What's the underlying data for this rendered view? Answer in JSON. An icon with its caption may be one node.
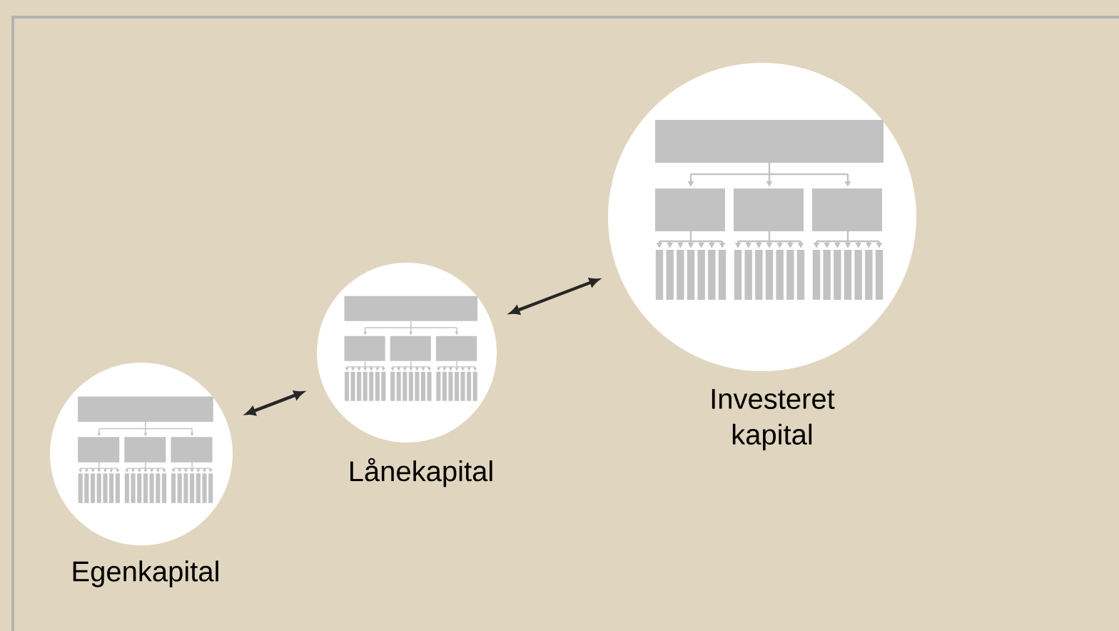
{
  "diagram": {
    "nodes": [
      {
        "text": [
          "Egenkapital"
        ]
      },
      {
        "text": [
          "Lånekapital"
        ]
      },
      {
        "text": [
          "Investeret kapital"
        ]
      }
    ],
    "edges": [
      {
        "from": 0,
        "to": 1,
        "arrow": "both"
      },
      {
        "from": 1,
        "to": 2,
        "arrow": "both"
      }
    ]
  }
}
